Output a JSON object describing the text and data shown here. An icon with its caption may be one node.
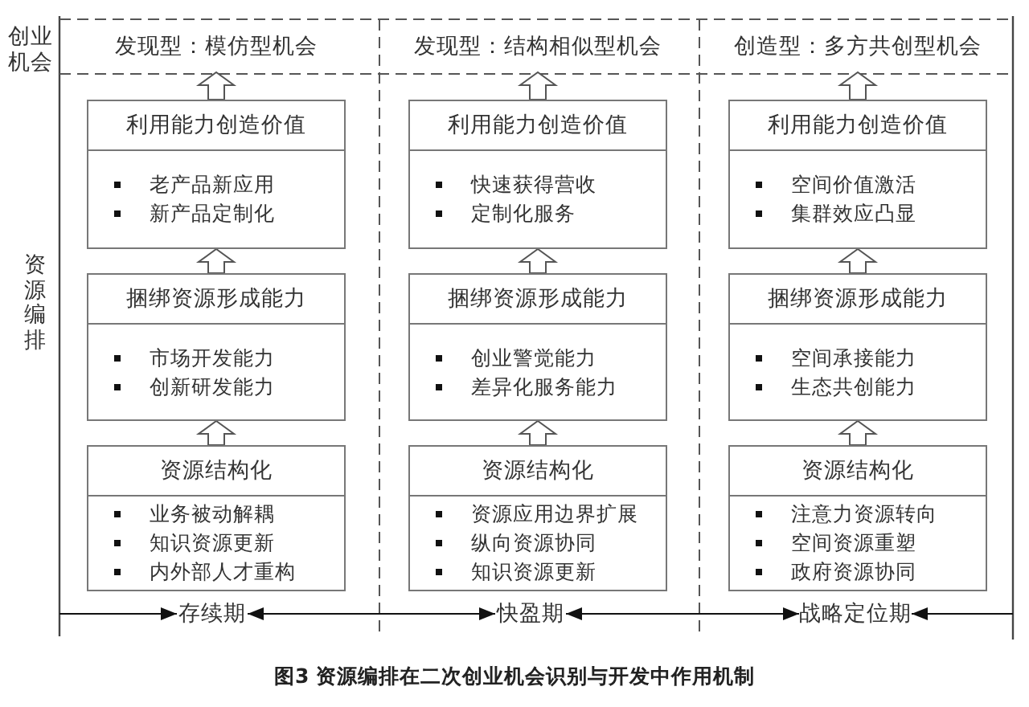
{
  "diagram": {
    "caption": "图3 资源编排在二次创业机会识别与开发中作用机制",
    "nodes": [
      {
        "text": [
          "发现型：模仿型机会"
        ]
      },
      {
        "text": [
          "利用能力创造价值",
          "老产品新应用",
          "新产品定制化"
        ]
      },
      {
        "text": [
          "捆绑资源形成能力",
          "市场开发能力",
          "创新研发能力"
        ]
      },
      {
        "text": [
          "资源结构化",
          "业务被动解耦",
          "知识资源更新",
          "内外部人才重构"
        ]
      },
      {
        "text": [
          "发现型：结构相似型机会"
        ]
      },
      {
        "text": [
          "利用能力创造价值",
          "快速获得营收",
          "定制化服务"
        ]
      },
      {
        "text": [
          "捆绑资源形成能力",
          "创业警觉能力",
          "差异化服务能力"
        ]
      },
      {
        "text": [
          "资源结构化",
          "资源应用边界扩展",
          "纵向资源协同",
          "知识资源更新"
        ]
      },
      {
        "text": [
          "创造型：多方共创型机会"
        ]
      },
      {
        "text": [
          "利用能力创造价值",
          "空间价值激活",
          "集群效应凸显"
        ]
      },
      {
        "text": [
          "捆绑资源形成能力",
          "空间承接能力",
          "生态共创能力"
        ]
      },
      {
        "text": [
          "资源结构化",
          "注意力资源转向",
          "空间资源重塑",
          "政府资源协同"
        ]
      },
      {
        "text": [
          "存续期"
        ]
      },
      {
        "text": [
          "快盈期"
        ]
      },
      {
        "text": [
          "战略定位期"
        ]
      }
    ],
    "edges": [
      {
        "from": 3,
        "to": 2,
        "arrow": "to",
        "style": "thick"
      },
      {
        "from": 2,
        "to": 1,
        "arrow": "to",
        "style": "thick"
      },
      {
        "from": 1,
        "to": 0,
        "arrow": "to",
        "style": "thick"
      },
      {
        "from": 7,
        "to": 6,
        "arrow": "to",
        "style": "thick"
      },
      {
        "from": 6,
        "to": 5,
        "arrow": "to",
        "style": "thick"
      },
      {
        "from": 5,
        "to": 4,
        "arrow": "to",
        "style": "thick"
      },
      {
        "from": 11,
        "to": 10,
        "arrow": "to",
        "style": "thick"
      },
      {
        "from": 10,
        "to": 9,
        "arrow": "to",
        "style": "thick"
      },
      {
        "from": 9,
        "to": 8,
        "arrow": "to",
        "style": "thick"
      },
      {
        "from": null,
        "to": 12,
        "arrow": "to"
      },
      {
        "from": 12,
        "to": 13,
        "arrow": "both"
      },
      {
        "from": 13,
        "to": 14,
        "arrow": "both"
      },
      {
        "from": null,
        "to": 14,
        "arrow": "to"
      }
    ],
    "labels": [
      "创业机会",
      "资源编排"
    ]
  }
}
